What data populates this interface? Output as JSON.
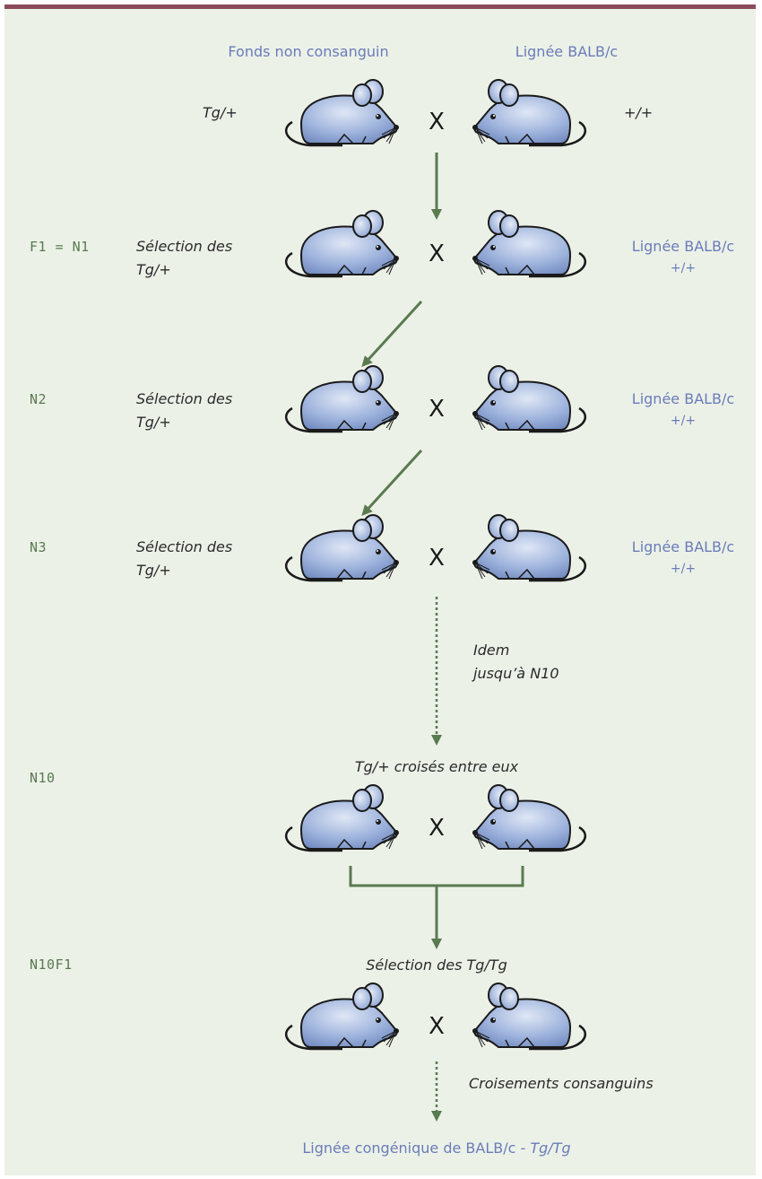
{
  "header": {
    "left_label": "Fonds non consanguin",
    "right_label": "Lignée BALB/c"
  },
  "rows": [
    {
      "generation": "",
      "left_genotype": [
        "Tg/+"
      ],
      "right_line": "",
      "right_genotype": "+/+",
      "cross": "X"
    },
    {
      "generation": "F1 = N1",
      "left_genotype": [
        "Sélection des",
        "Tg/+"
      ],
      "right_line": "Lignée BALB/c",
      "right_genotype": "+/+",
      "cross": "X"
    },
    {
      "generation": "N2",
      "left_genotype": [
        "Sélection des",
        "Tg/+"
      ],
      "right_line": "Lignée BALB/c",
      "right_genotype": "+/+",
      "cross": "X"
    },
    {
      "generation": "N3",
      "left_genotype": [
        "Sélection des",
        "Tg/+"
      ],
      "right_line": "Lignée BALB/c",
      "right_genotype": "+/+",
      "cross": "X"
    },
    {
      "generation": "N10",
      "caption": "Tg/+ croisés entre eux",
      "cross": "X"
    },
    {
      "generation": "N10F1",
      "caption": "Sélection des Tg/Tg",
      "cross": "X"
    }
  ],
  "notes": {
    "repeat_line1": "Idem",
    "repeat_line2": "jusqu’à N10",
    "inbreeding": "Croisements consanguins"
  },
  "footer": {
    "result": "Lignée congénique de BALB/c - ",
    "result_genotype": "Tg/Tg"
  },
  "colors": {
    "frame_top": "#8b4a5a",
    "background": "#ecf1e8",
    "arrow": "#5a7a50",
    "mouse_body": "#7f9ccf",
    "label_blue": "#6a7cb8"
  }
}
